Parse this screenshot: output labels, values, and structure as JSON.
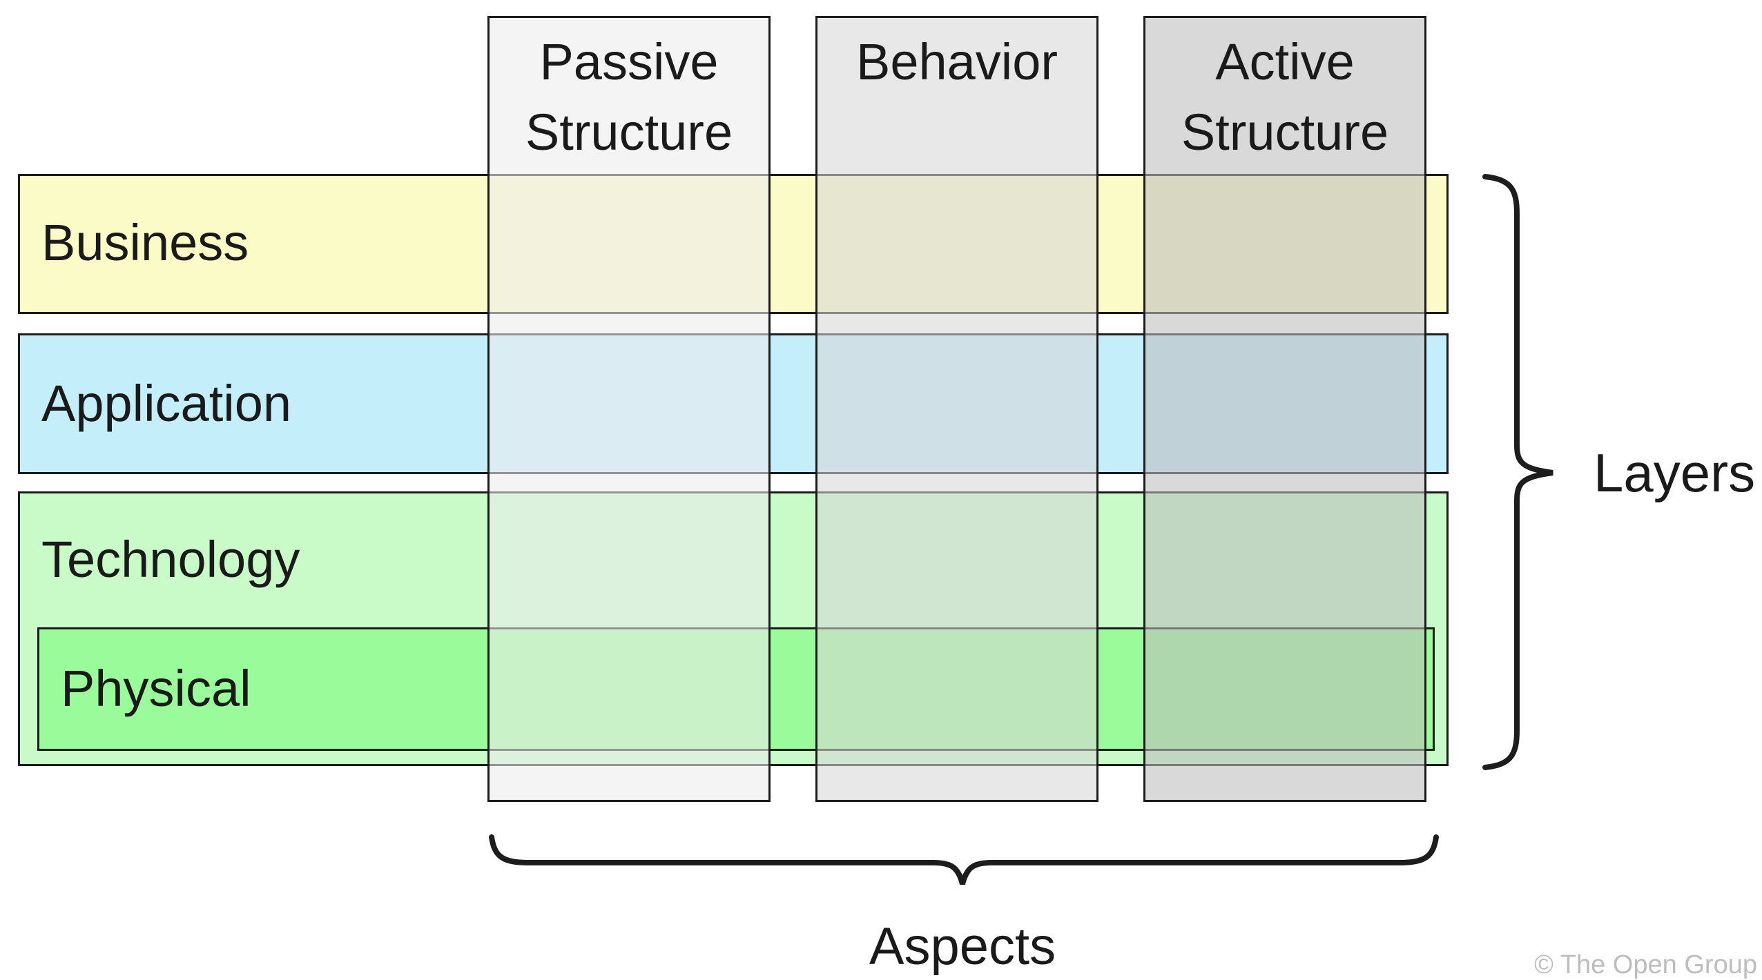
{
  "rows": [
    {
      "id": "business",
      "label": "Business",
      "color": "#FBFBC8"
    },
    {
      "id": "application",
      "label": "Application",
      "color": "#C3EEFA"
    },
    {
      "id": "technology",
      "label": "Technology",
      "color": "#C9FBC9"
    },
    {
      "id": "physical",
      "label": "Physical",
      "color": "#9AFB9A"
    }
  ],
  "columns": [
    {
      "id": "passive-structure",
      "label_lines": [
        "Passive",
        "Structure"
      ],
      "overlay_color": "rgba(236,236,236,0.58)"
    },
    {
      "id": "behavior",
      "label_lines": [
        "Behavior"
      ],
      "overlay_color": "rgba(216,216,216,0.58)"
    },
    {
      "id": "active-structure",
      "label_lines": [
        "Active",
        "Structure"
      ],
      "overlay_color": "rgba(189,189,189,0.58)"
    }
  ],
  "annotations": {
    "layers_label": "Layers",
    "aspects_label": "Aspects",
    "copyright": "© The Open Group",
    "copyright_color": "#BDBDBD",
    "line_color": "#1d1d1d",
    "text_color": "#1a1a1a"
  }
}
